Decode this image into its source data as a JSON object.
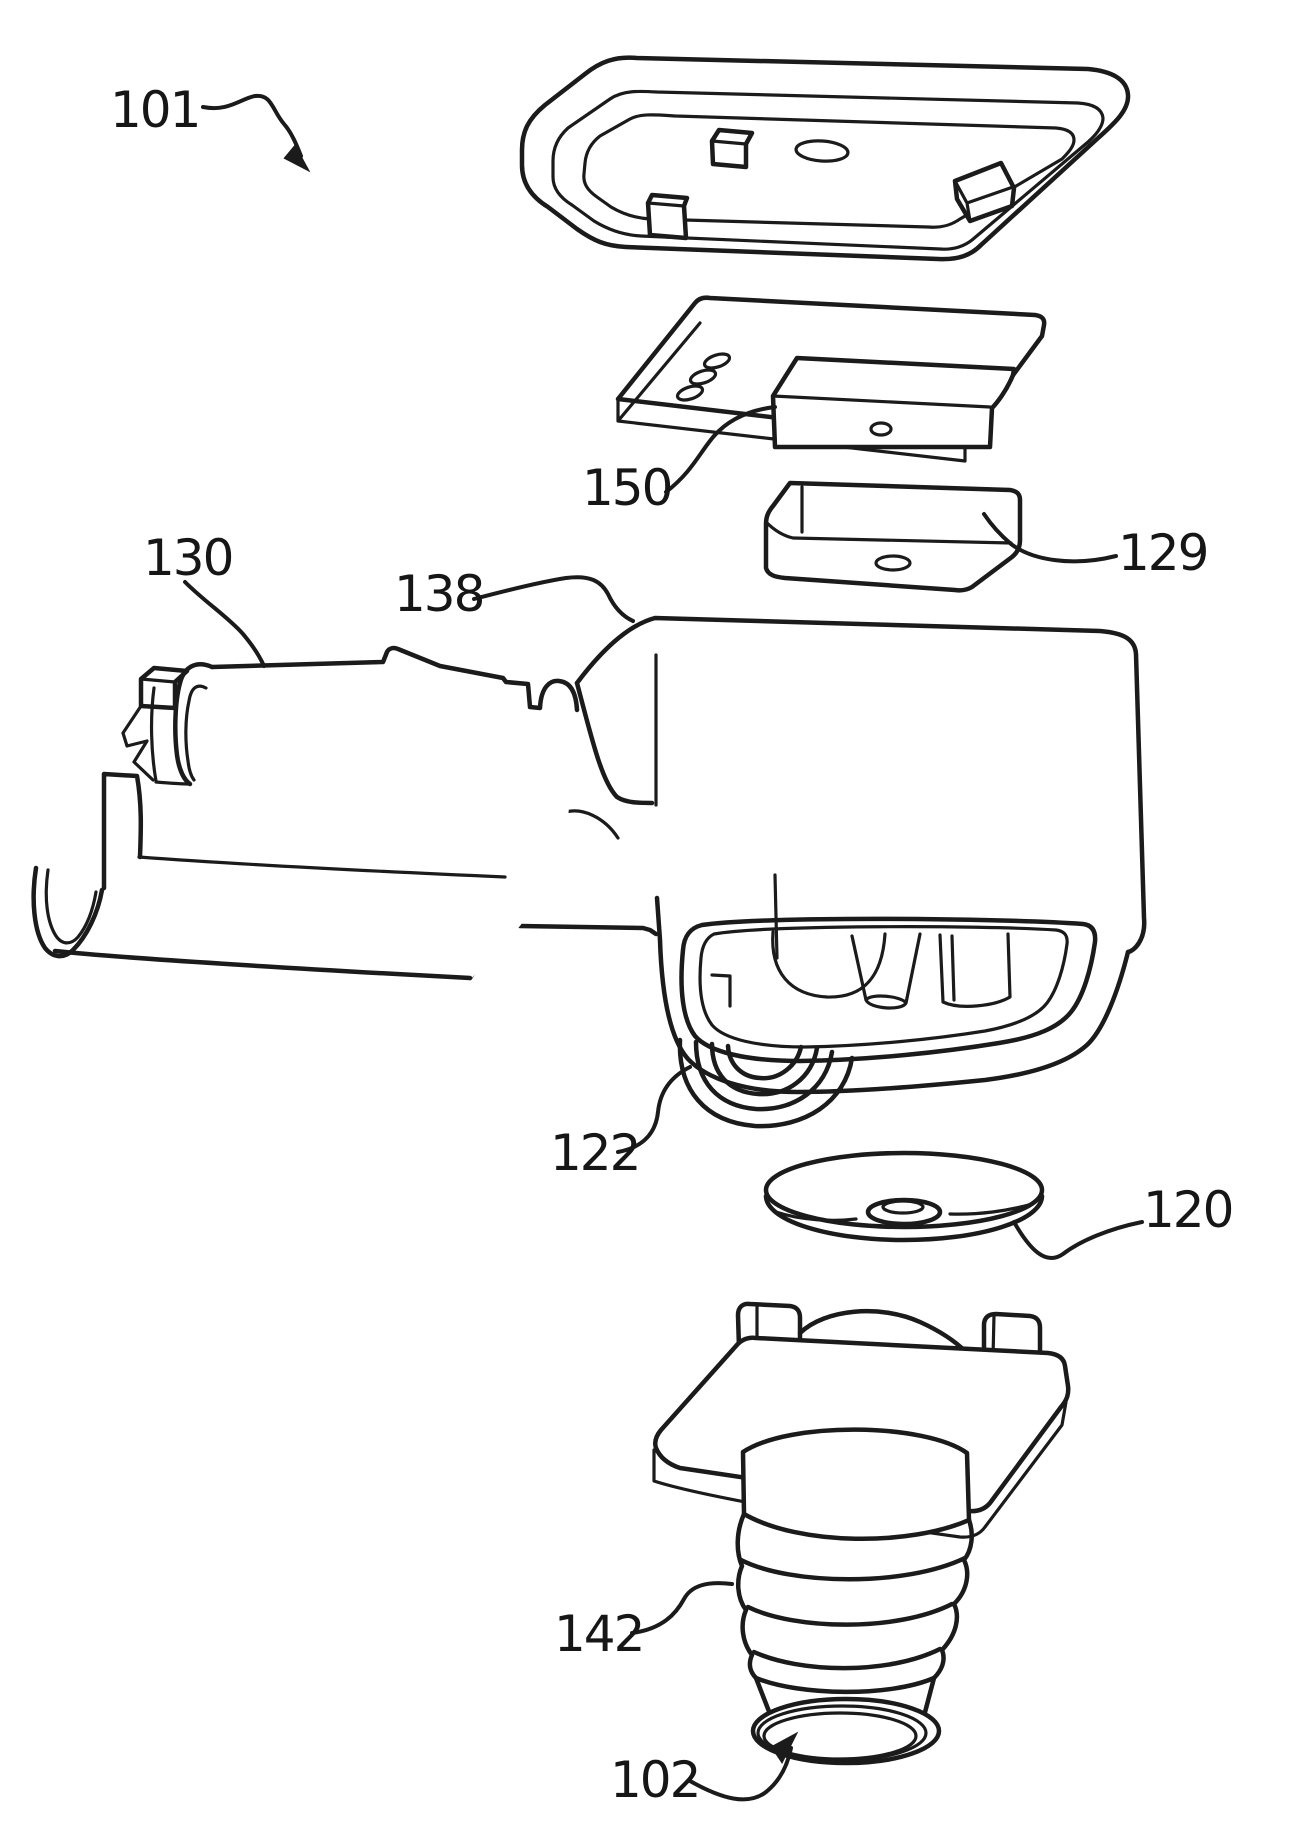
{
  "figure": {
    "kind": "patent-exploded-isometric-diagram",
    "background_color": "#ffffff",
    "line_color": "#1b1b1b",
    "labels": {
      "l101": {
        "text": "101",
        "target": "whole-assembly",
        "leader": "curved-arrow"
      },
      "l150": {
        "text": "150",
        "target": "plate-with-block",
        "leader": "curve"
      },
      "l129": {
        "text": "129",
        "target": "small-block",
        "leader": "curve"
      },
      "l130": {
        "text": "130",
        "target": "housing-sleeve",
        "leader": "curve"
      },
      "l138": {
        "text": "138",
        "target": "housing-body",
        "leader": "curve"
      },
      "l122": {
        "text": "122",
        "target": "coil-spring",
        "leader": "curve"
      },
      "l120": {
        "text": "120",
        "target": "washer-disc",
        "leader": "curve"
      },
      "l142": {
        "text": "142",
        "target": "threaded-base",
        "leader": "curve"
      },
      "l102": {
        "text": "102",
        "target": "bottom-opening",
        "leader": "curved-arrow"
      }
    }
  }
}
